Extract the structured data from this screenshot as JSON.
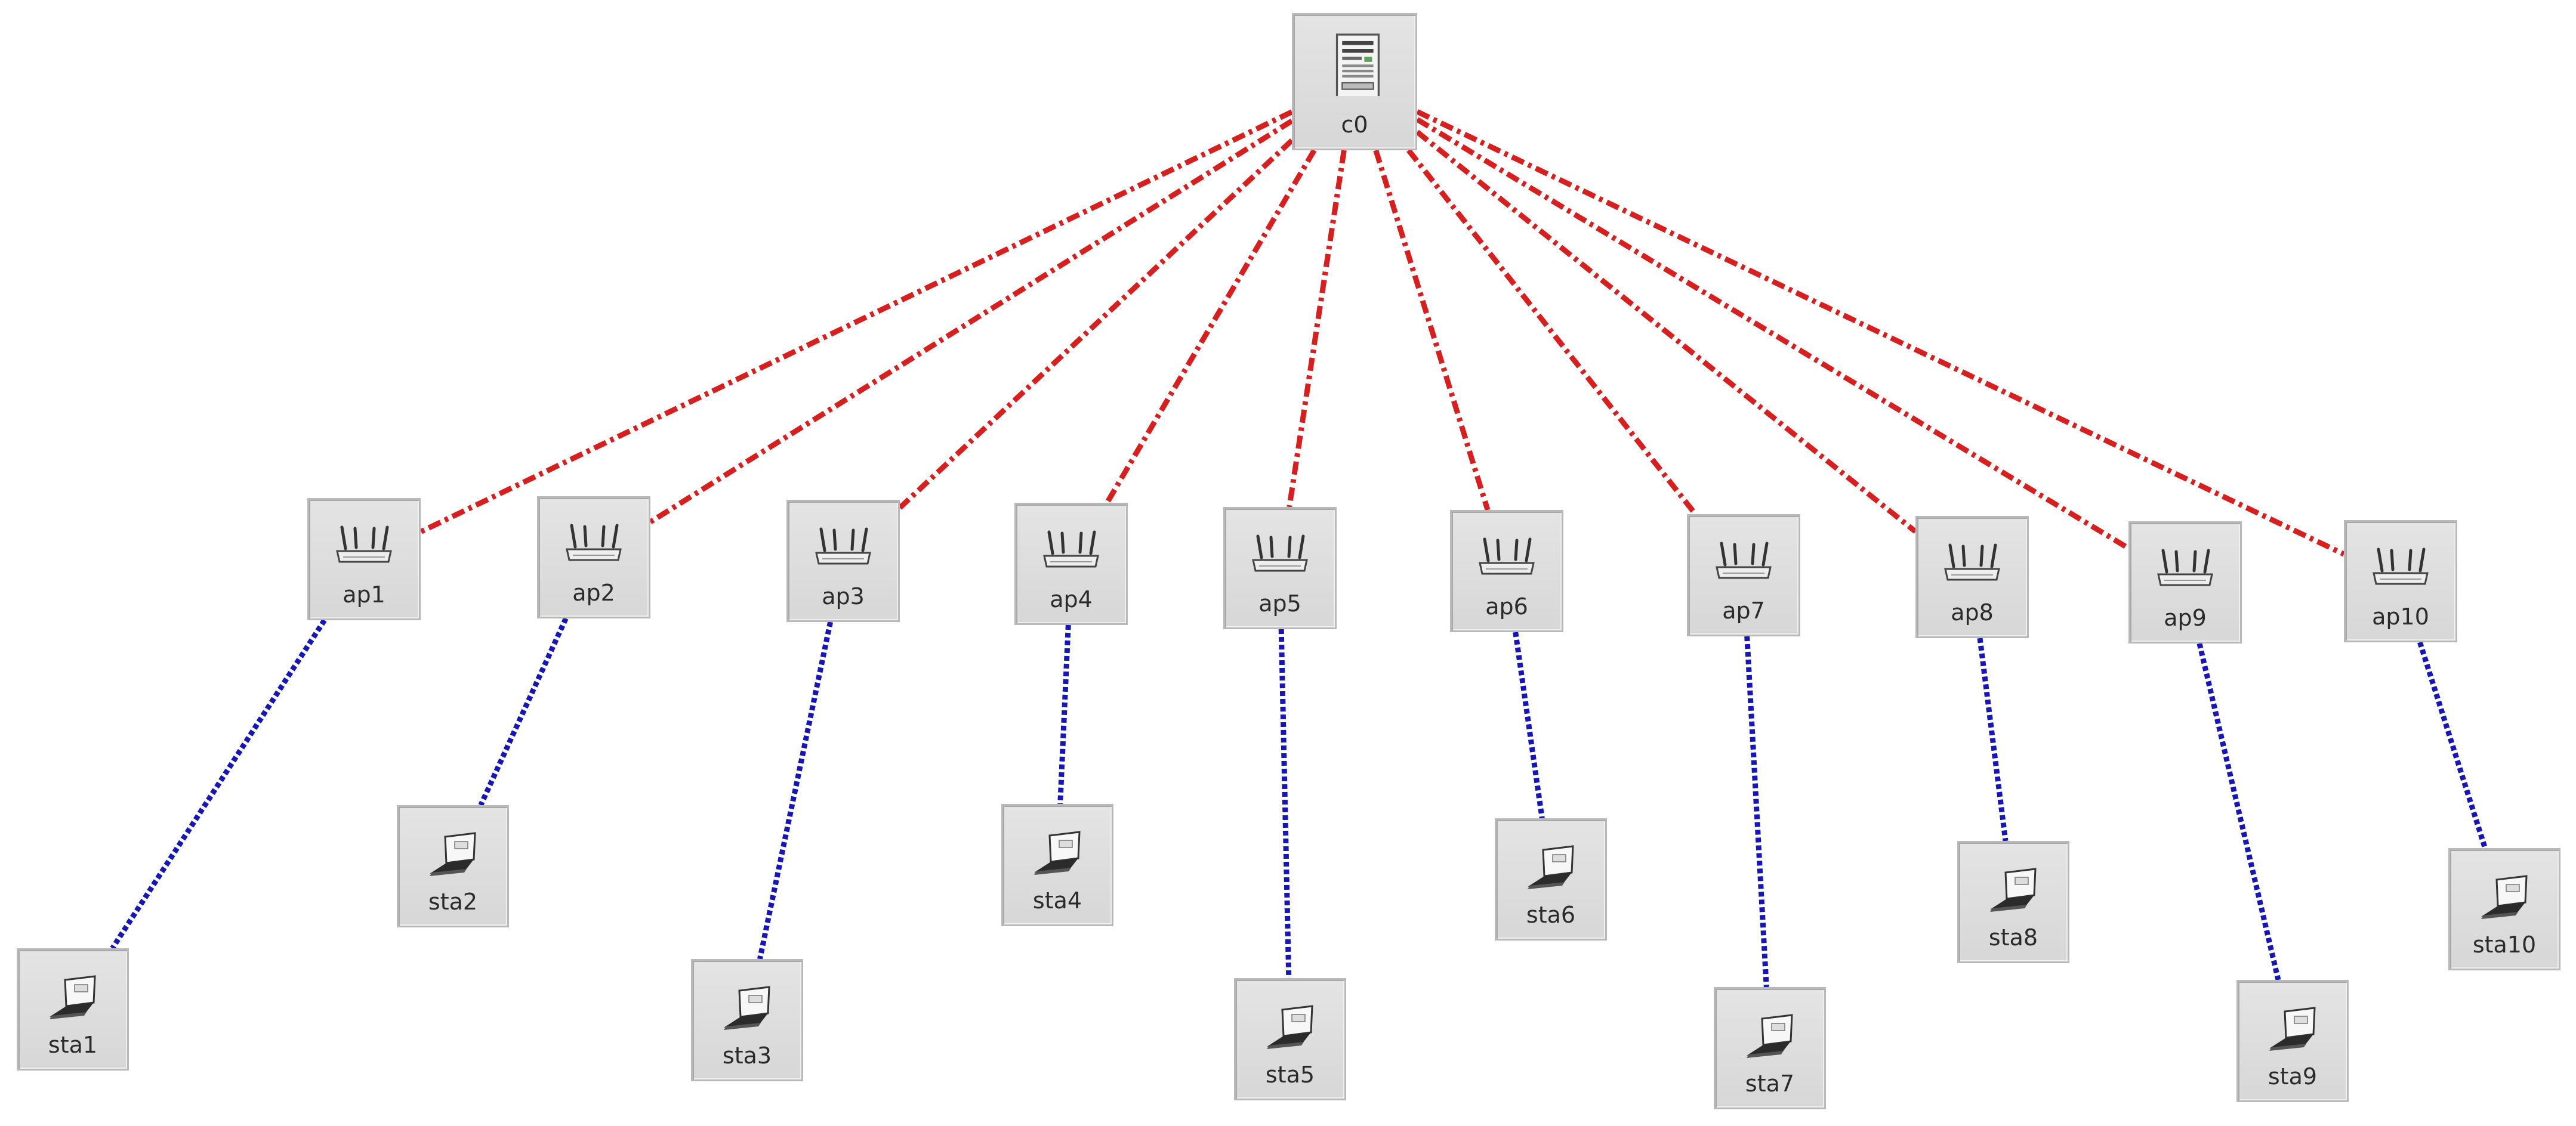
{
  "diagram": {
    "type": "network-topology",
    "nodes": [
      {
        "id": "c0",
        "label": "c0",
        "kind": "controller",
        "icon": "server-icon"
      },
      {
        "id": "ap1",
        "label": "ap1",
        "kind": "access-point",
        "icon": "router-icon"
      },
      {
        "id": "ap2",
        "label": "ap2",
        "kind": "access-point",
        "icon": "router-icon"
      },
      {
        "id": "ap3",
        "label": "ap3",
        "kind": "access-point",
        "icon": "router-icon"
      },
      {
        "id": "ap4",
        "label": "ap4",
        "kind": "access-point",
        "icon": "router-icon"
      },
      {
        "id": "ap5",
        "label": "ap5",
        "kind": "access-point",
        "icon": "router-icon"
      },
      {
        "id": "ap6",
        "label": "ap6",
        "kind": "access-point",
        "icon": "router-icon"
      },
      {
        "id": "ap7",
        "label": "ap7",
        "kind": "access-point",
        "icon": "router-icon"
      },
      {
        "id": "ap8",
        "label": "ap8",
        "kind": "access-point",
        "icon": "router-icon"
      },
      {
        "id": "ap9",
        "label": "ap9",
        "kind": "access-point",
        "icon": "router-icon"
      },
      {
        "id": "ap10",
        "label": "ap10",
        "kind": "access-point",
        "icon": "router-icon"
      },
      {
        "id": "sta1",
        "label": "sta1",
        "kind": "station",
        "icon": "laptop-icon"
      },
      {
        "id": "sta2",
        "label": "sta2",
        "kind": "station",
        "icon": "laptop-icon"
      },
      {
        "id": "sta3",
        "label": "sta3",
        "kind": "station",
        "icon": "laptop-icon"
      },
      {
        "id": "sta4",
        "label": "sta4",
        "kind": "station",
        "icon": "laptop-icon"
      },
      {
        "id": "sta5",
        "label": "sta5",
        "kind": "station",
        "icon": "laptop-icon"
      },
      {
        "id": "sta6",
        "label": "sta6",
        "kind": "station",
        "icon": "laptop-icon"
      },
      {
        "id": "sta7",
        "label": "sta7",
        "kind": "station",
        "icon": "laptop-icon"
      },
      {
        "id": "sta8",
        "label": "sta8",
        "kind": "station",
        "icon": "laptop-icon"
      },
      {
        "id": "sta9",
        "label": "sta9",
        "kind": "station",
        "icon": "laptop-icon"
      },
      {
        "id": "sta10",
        "label": "sta10",
        "kind": "station",
        "icon": "laptop-icon"
      }
    ],
    "links": [
      {
        "from": "c0",
        "to": "ap1",
        "type": "control"
      },
      {
        "from": "c0",
        "to": "ap2",
        "type": "control"
      },
      {
        "from": "c0",
        "to": "ap3",
        "type": "control"
      },
      {
        "from": "c0",
        "to": "ap4",
        "type": "control"
      },
      {
        "from": "c0",
        "to": "ap5",
        "type": "control"
      },
      {
        "from": "c0",
        "to": "ap6",
        "type": "control"
      },
      {
        "from": "c0",
        "to": "ap7",
        "type": "control"
      },
      {
        "from": "c0",
        "to": "ap8",
        "type": "control"
      },
      {
        "from": "c0",
        "to": "ap9",
        "type": "control"
      },
      {
        "from": "c0",
        "to": "ap10",
        "type": "control"
      },
      {
        "from": "ap1",
        "to": "sta1",
        "type": "wireless"
      },
      {
        "from": "ap2",
        "to": "sta2",
        "type": "wireless"
      },
      {
        "from": "ap3",
        "to": "sta3",
        "type": "wireless"
      },
      {
        "from": "ap4",
        "to": "sta4",
        "type": "wireless"
      },
      {
        "from": "ap5",
        "to": "sta5",
        "type": "wireless"
      },
      {
        "from": "ap6",
        "to": "sta6",
        "type": "wireless"
      },
      {
        "from": "ap7",
        "to": "sta7",
        "type": "wireless"
      },
      {
        "from": "ap8",
        "to": "sta8",
        "type": "wireless"
      },
      {
        "from": "ap9",
        "to": "sta9",
        "type": "wireless"
      },
      {
        "from": "ap10",
        "to": "sta10",
        "type": "wireless"
      }
    ],
    "colors": {
      "control_link": "#d62020",
      "wireless_link": "#1616b4",
      "node_fill": "#dcdcdc",
      "node_border": "#b9b9b9",
      "label_text": "#2a2a2a"
    }
  }
}
